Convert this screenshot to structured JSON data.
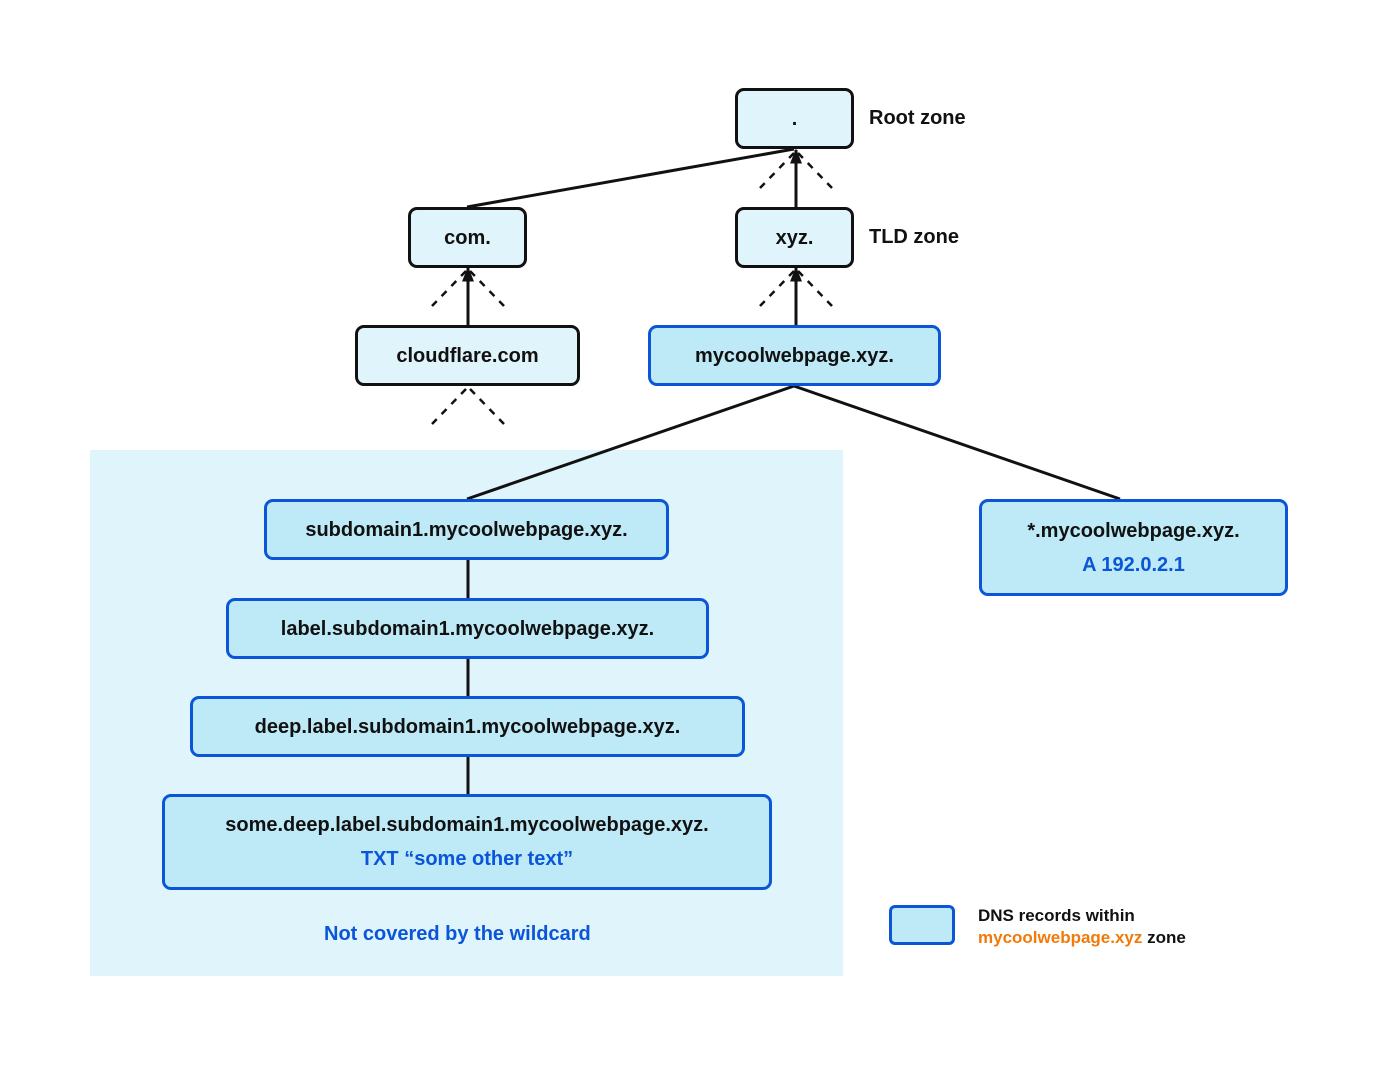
{
  "nodes": {
    "root": ".",
    "com": "com.",
    "xyz": "xyz.",
    "cloudflare": "cloudflare.com",
    "mycoolwebpage": "mycoolwebpage.xyz.",
    "subdomain1": "subdomain1.mycoolwebpage.xyz.",
    "label": "label.subdomain1.mycoolwebpage.xyz.",
    "deep": "deep.label.subdomain1.mycoolwebpage.xyz.",
    "some": "some.deep.label.subdomain1.mycoolwebpage.xyz.",
    "some_record": "TXT “some other text”",
    "wildcard": "*.mycoolwebpage.xyz.",
    "wildcard_record": "A 192.0.2.1"
  },
  "zone_labels": {
    "root": "Root zone",
    "tld": "TLD zone"
  },
  "region_caption": "Not covered by the wildcard",
  "legend": {
    "line1": "DNS records within",
    "zone_name": "mycoolwebpage.xyz",
    "line2_suffix": " zone"
  },
  "colors": {
    "blue": "#0b55d8",
    "orange": "#f07a0a",
    "light_fill": "#dff4fb",
    "zone_fill": "#beeaf7"
  }
}
